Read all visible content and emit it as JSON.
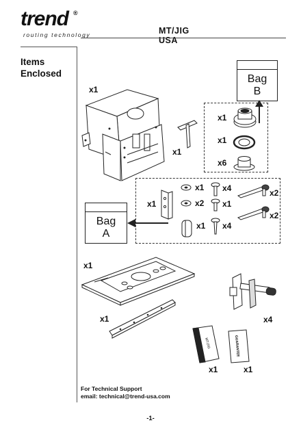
{
  "header": {
    "logo_text": "trend",
    "logo_reg": "®",
    "logo_tagline": "routing technology",
    "title": "MT/JIG USA"
  },
  "section": {
    "title_line1": "Items",
    "title_line2": "Enclosed"
  },
  "items": {
    "jig_body_qty": "x1",
    "allen_key_qty": "x1",
    "bag_b": {
      "label_line1": "Bag",
      "label_line2": "B"
    },
    "bag_b_items": {
      "guide_bush_qty": "x1",
      "ring_qty": "x1",
      "plug_qty": "x6"
    },
    "bag_a": {
      "label_line1": "Bag",
      "label_line2": "A"
    },
    "bag_a_items": {
      "stop_bracket_qty": "x1",
      "washer_qty": "x1",
      "flat_washer_qty": "x2",
      "bolt_qty": "x4",
      "short_bolt_qty": "x1",
      "spacer_qty": "x1",
      "screw_qty": "x4",
      "lever_qty_top": "x2",
      "lever_qty_bottom": "x2"
    },
    "template_plate_qty": "x1",
    "rule_bar_qty": "x1",
    "clamp_qty": "x4",
    "manual_qty": "x1",
    "guarantee_qty": "x1",
    "manual_label": "MT/JIG",
    "guarantee_label": "GUARANTEE"
  },
  "footer": {
    "support_line1": "For Technical Support",
    "support_line2": "email: technical@trend-usa.com",
    "page_number": "-1-"
  }
}
